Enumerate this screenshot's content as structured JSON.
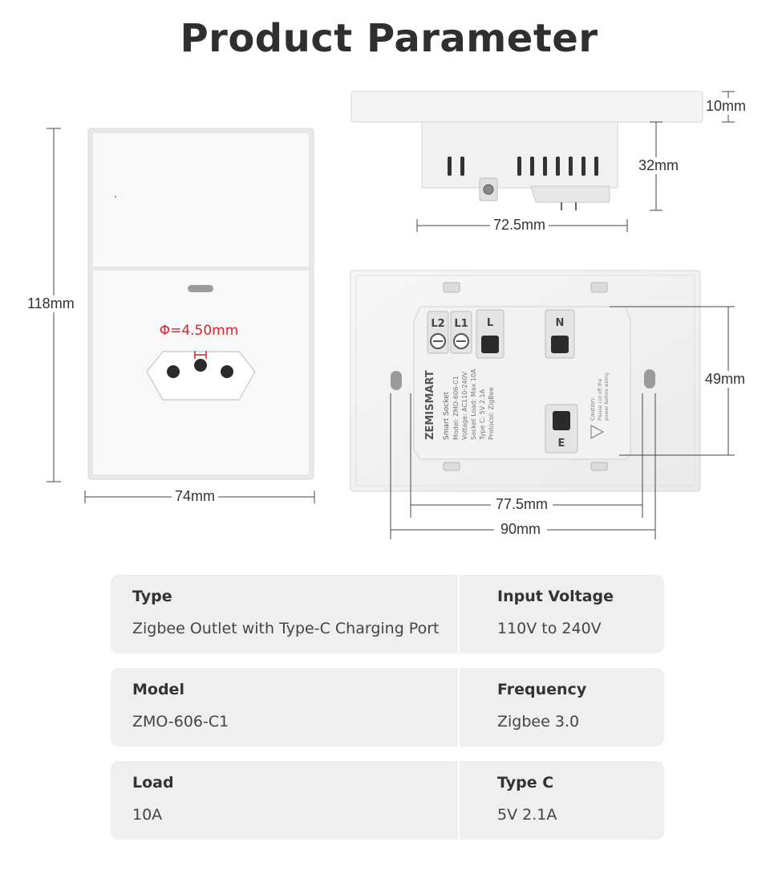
{
  "header": {
    "title": "Product Parameter"
  },
  "dimensions": {
    "front_height": "118mm",
    "front_width": "74mm",
    "diameter": "Φ=4.50mm",
    "side_thickness": "10mm",
    "side_depth": "32mm",
    "side_width": "72.5mm",
    "back_height": "49mm",
    "back_inner_width": "77.5mm",
    "back_outer_width": "90mm"
  },
  "back_labels": {
    "terminals": [
      "L2",
      "L1",
      "L",
      "N",
      "E"
    ],
    "brand": "ZEMISMART",
    "specs_lines": [
      "Smart Socket",
      "Model: ZMO-606-C1",
      "Voltage: AC110-240V",
      "Socket Load: Max 10A",
      "Type C: 5V 2.1A",
      "Protocol: ZigBee"
    ],
    "caution_lines": [
      "Caution:",
      "Please cut off the",
      "power before wiring"
    ]
  },
  "specs": [
    {
      "left": {
        "label": "Type",
        "value": "Zigbee Outlet with Type-C Charging Port"
      },
      "right": {
        "label": "Input Voltage",
        "value": "110V to 240V"
      }
    },
    {
      "left": {
        "label": "Model",
        "value": "ZMO-606-C1"
      },
      "right": {
        "label": "Frequency",
        "value": "Zigbee 3.0"
      }
    },
    {
      "left": {
        "label": "Load",
        "value": "10A"
      },
      "right": {
        "label": "Type C",
        "value": "5V 2.1A"
      }
    }
  ],
  "colors": {
    "accent_red": "#d9232b",
    "panel": "#f5f5f5",
    "spec_bg": "#efefef"
  }
}
